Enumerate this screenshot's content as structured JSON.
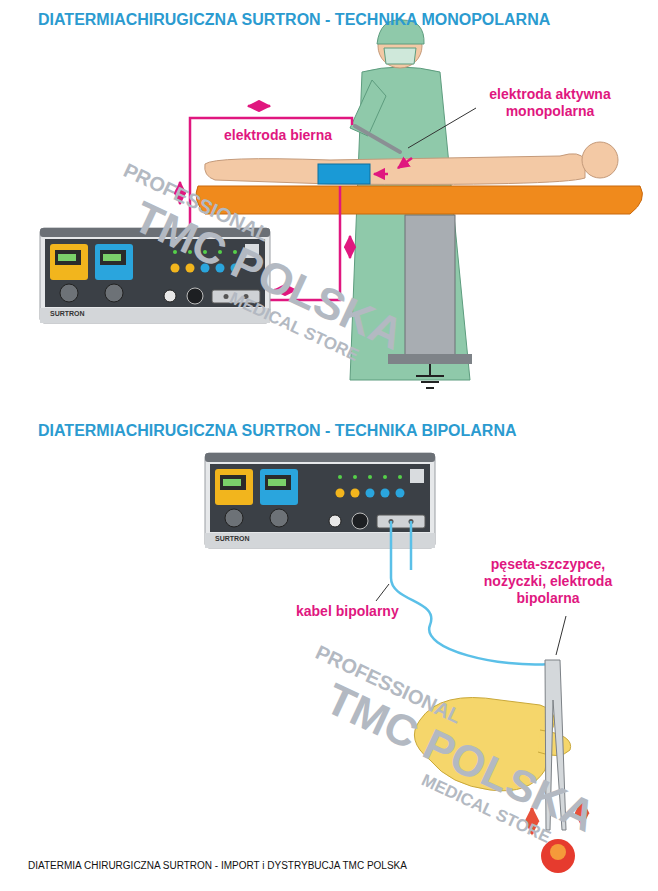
{
  "diagram": {
    "title": "DIATERMIACHIRUGICZNA SURTRON - TECHNIKA MONOPOLARNA",
    "caption": "DIATERMIA CHIRURGICZNA SURTRON - IMPORT i DYSTRYBUCJA TMC POLSKA",
    "labels": [
      "elektroda aktywna monopolarna",
      "elektroda bierna",
      "SURTRON",
      "DIATERMIACHIRUGICZNA SURTRON - TECHNIKA BIPOLARNA",
      "SURTRON",
      "kabel bipolarny",
      "pęseta-szczypce, nożyczki, elektroda bipolarna",
      "PROFESSIONAL",
      "TMC POLSKA",
      "MEDICAL STORE",
      "PROFESSIONAL",
      "TMC POLSKA",
      "MEDICAL STORE"
    ]
  }
}
